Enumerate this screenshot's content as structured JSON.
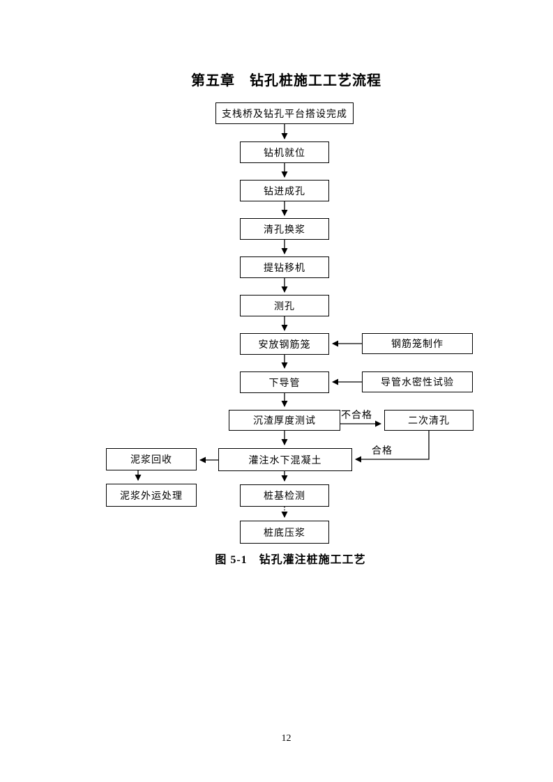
{
  "document": {
    "chapter_title": "第五章　钻孔桩施工工艺流程",
    "figure_caption": "图 5-1　钻孔灌注桩施工工艺",
    "page_number": "12"
  },
  "flowchart": {
    "nodes": {
      "platform_done": "支栈桥及钻孔平台搭设完成",
      "rig_in_place": "钻机就位",
      "drilling": "钻进成孔",
      "hole_cleaning": "清孔换浆",
      "lift_drill_move": "提钻移机",
      "hole_measuring": "测孔",
      "place_rebar_cage": "安放钢筋笼",
      "rebar_cage_fabrication": "钢筋笼制作",
      "lower_tremie_pipe": "下导管",
      "tremie_watertight_test": "导管水密性试验",
      "sediment_thickness_test": "沉渣厚度测试",
      "second_hole_cleaning": "二次清孔",
      "pour_underwater_concrete": "灌注水下混凝土",
      "slurry_recycling": "泥浆回收",
      "slurry_disposal": "泥浆外运处理",
      "pile_foundation_testing": "桩基检测",
      "pile_bottom_grouting": "桩底压浆"
    },
    "edge_labels": {
      "fail": "不合格",
      "pass": "合格"
    },
    "edges": [
      {
        "from": "platform_done",
        "to": "rig_in_place"
      },
      {
        "from": "rig_in_place",
        "to": "drilling"
      },
      {
        "from": "drilling",
        "to": "hole_cleaning"
      },
      {
        "from": "hole_cleaning",
        "to": "lift_drill_move"
      },
      {
        "from": "lift_drill_move",
        "to": "hole_measuring"
      },
      {
        "from": "hole_measuring",
        "to": "place_rebar_cage"
      },
      {
        "from": "rebar_cage_fabrication",
        "to": "place_rebar_cage"
      },
      {
        "from": "place_rebar_cage",
        "to": "lower_tremie_pipe"
      },
      {
        "from": "tremie_watertight_test",
        "to": "lower_tremie_pipe"
      },
      {
        "from": "lower_tremie_pipe",
        "to": "sediment_thickness_test"
      },
      {
        "from": "sediment_thickness_test",
        "to": "second_hole_cleaning",
        "label": "不合格"
      },
      {
        "from": "second_hole_cleaning",
        "to": "pour_underwater_concrete",
        "label": "合格"
      },
      {
        "from": "sediment_thickness_test",
        "to": "pour_underwater_concrete"
      },
      {
        "from": "pour_underwater_concrete",
        "to": "slurry_recycling"
      },
      {
        "from": "slurry_recycling",
        "to": "slurry_disposal"
      },
      {
        "from": "pour_underwater_concrete",
        "to": "pile_foundation_testing"
      },
      {
        "from": "pile_foundation_testing",
        "to": "pile_bottom_grouting",
        "style": "dotted"
      }
    ],
    "colors": {
      "ink": "#000000",
      "paper": "#ffffff"
    }
  }
}
